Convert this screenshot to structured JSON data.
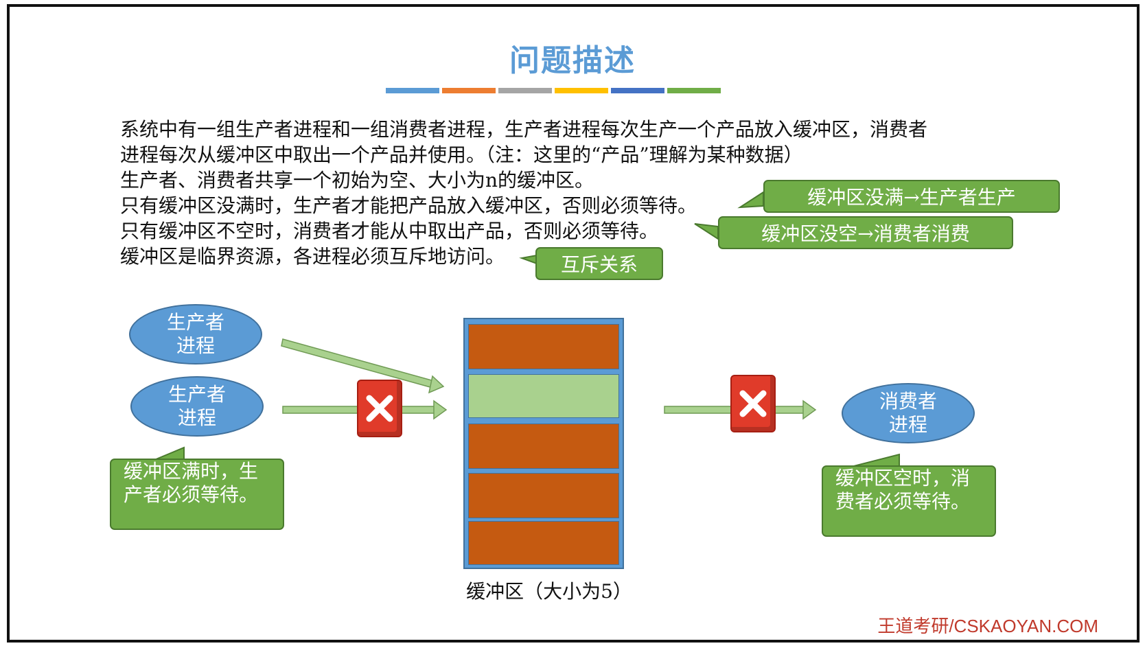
{
  "slide": {
    "title": "问题描述",
    "color_bars": [
      "#5b9bd5",
      "#ed7d31",
      "#a5a5a5",
      "#ffc000",
      "#4472c4",
      "#70ad47"
    ]
  },
  "description": {
    "line1": "系统中有一组生产者进程和一组消费者进程，生产者进程每次生产一个产品放入缓冲区，消费者",
    "line2": "进程每次从缓冲区中取出一个产品并使用。（注：这里的“产品”理解为某种数据）",
    "line3": "生产者、消费者共享一个初始为空、大小为n的缓冲区。",
    "line4": "只有缓冲区没满时，生产者才能把产品放入缓冲区，否则必须等待。",
    "line5": "只有缓冲区不空时，消费者才能从中取出产品，否则必须等待。",
    "line6": "缓冲区是临界资源，各进程必须互斥地访问。"
  },
  "callouts": {
    "not_full": "缓冲区没满→生产者生产",
    "not_empty": "缓冲区没空→消费者消费",
    "mutex": "互斥关系",
    "full_wait_line1": "缓冲区满时，生",
    "full_wait_line2": "产者必须等待。",
    "empty_wait_line1": "缓冲区空时，消",
    "empty_wait_line2": "费者必须等待。"
  },
  "diagram": {
    "producer1_line1": "生产者",
    "producer1_line2": "进程",
    "producer2_line1": "生产者",
    "producer2_line2": "进程",
    "consumer_line1": "消费者",
    "consumer_line2": "进程",
    "buffer_caption": "缓冲区（大小为5）",
    "buffer_slots": [
      "filled",
      "empty",
      "filled",
      "filled",
      "filled"
    ],
    "colors": {
      "filled": "#c55a11",
      "empty": "#a9d18e",
      "ellipse": "#5b9bd5",
      "callout": "#70ad47",
      "arrow": "#a9d18e"
    }
  },
  "footer": {
    "brand": "王道考研/CSKAOYAN.COM"
  }
}
